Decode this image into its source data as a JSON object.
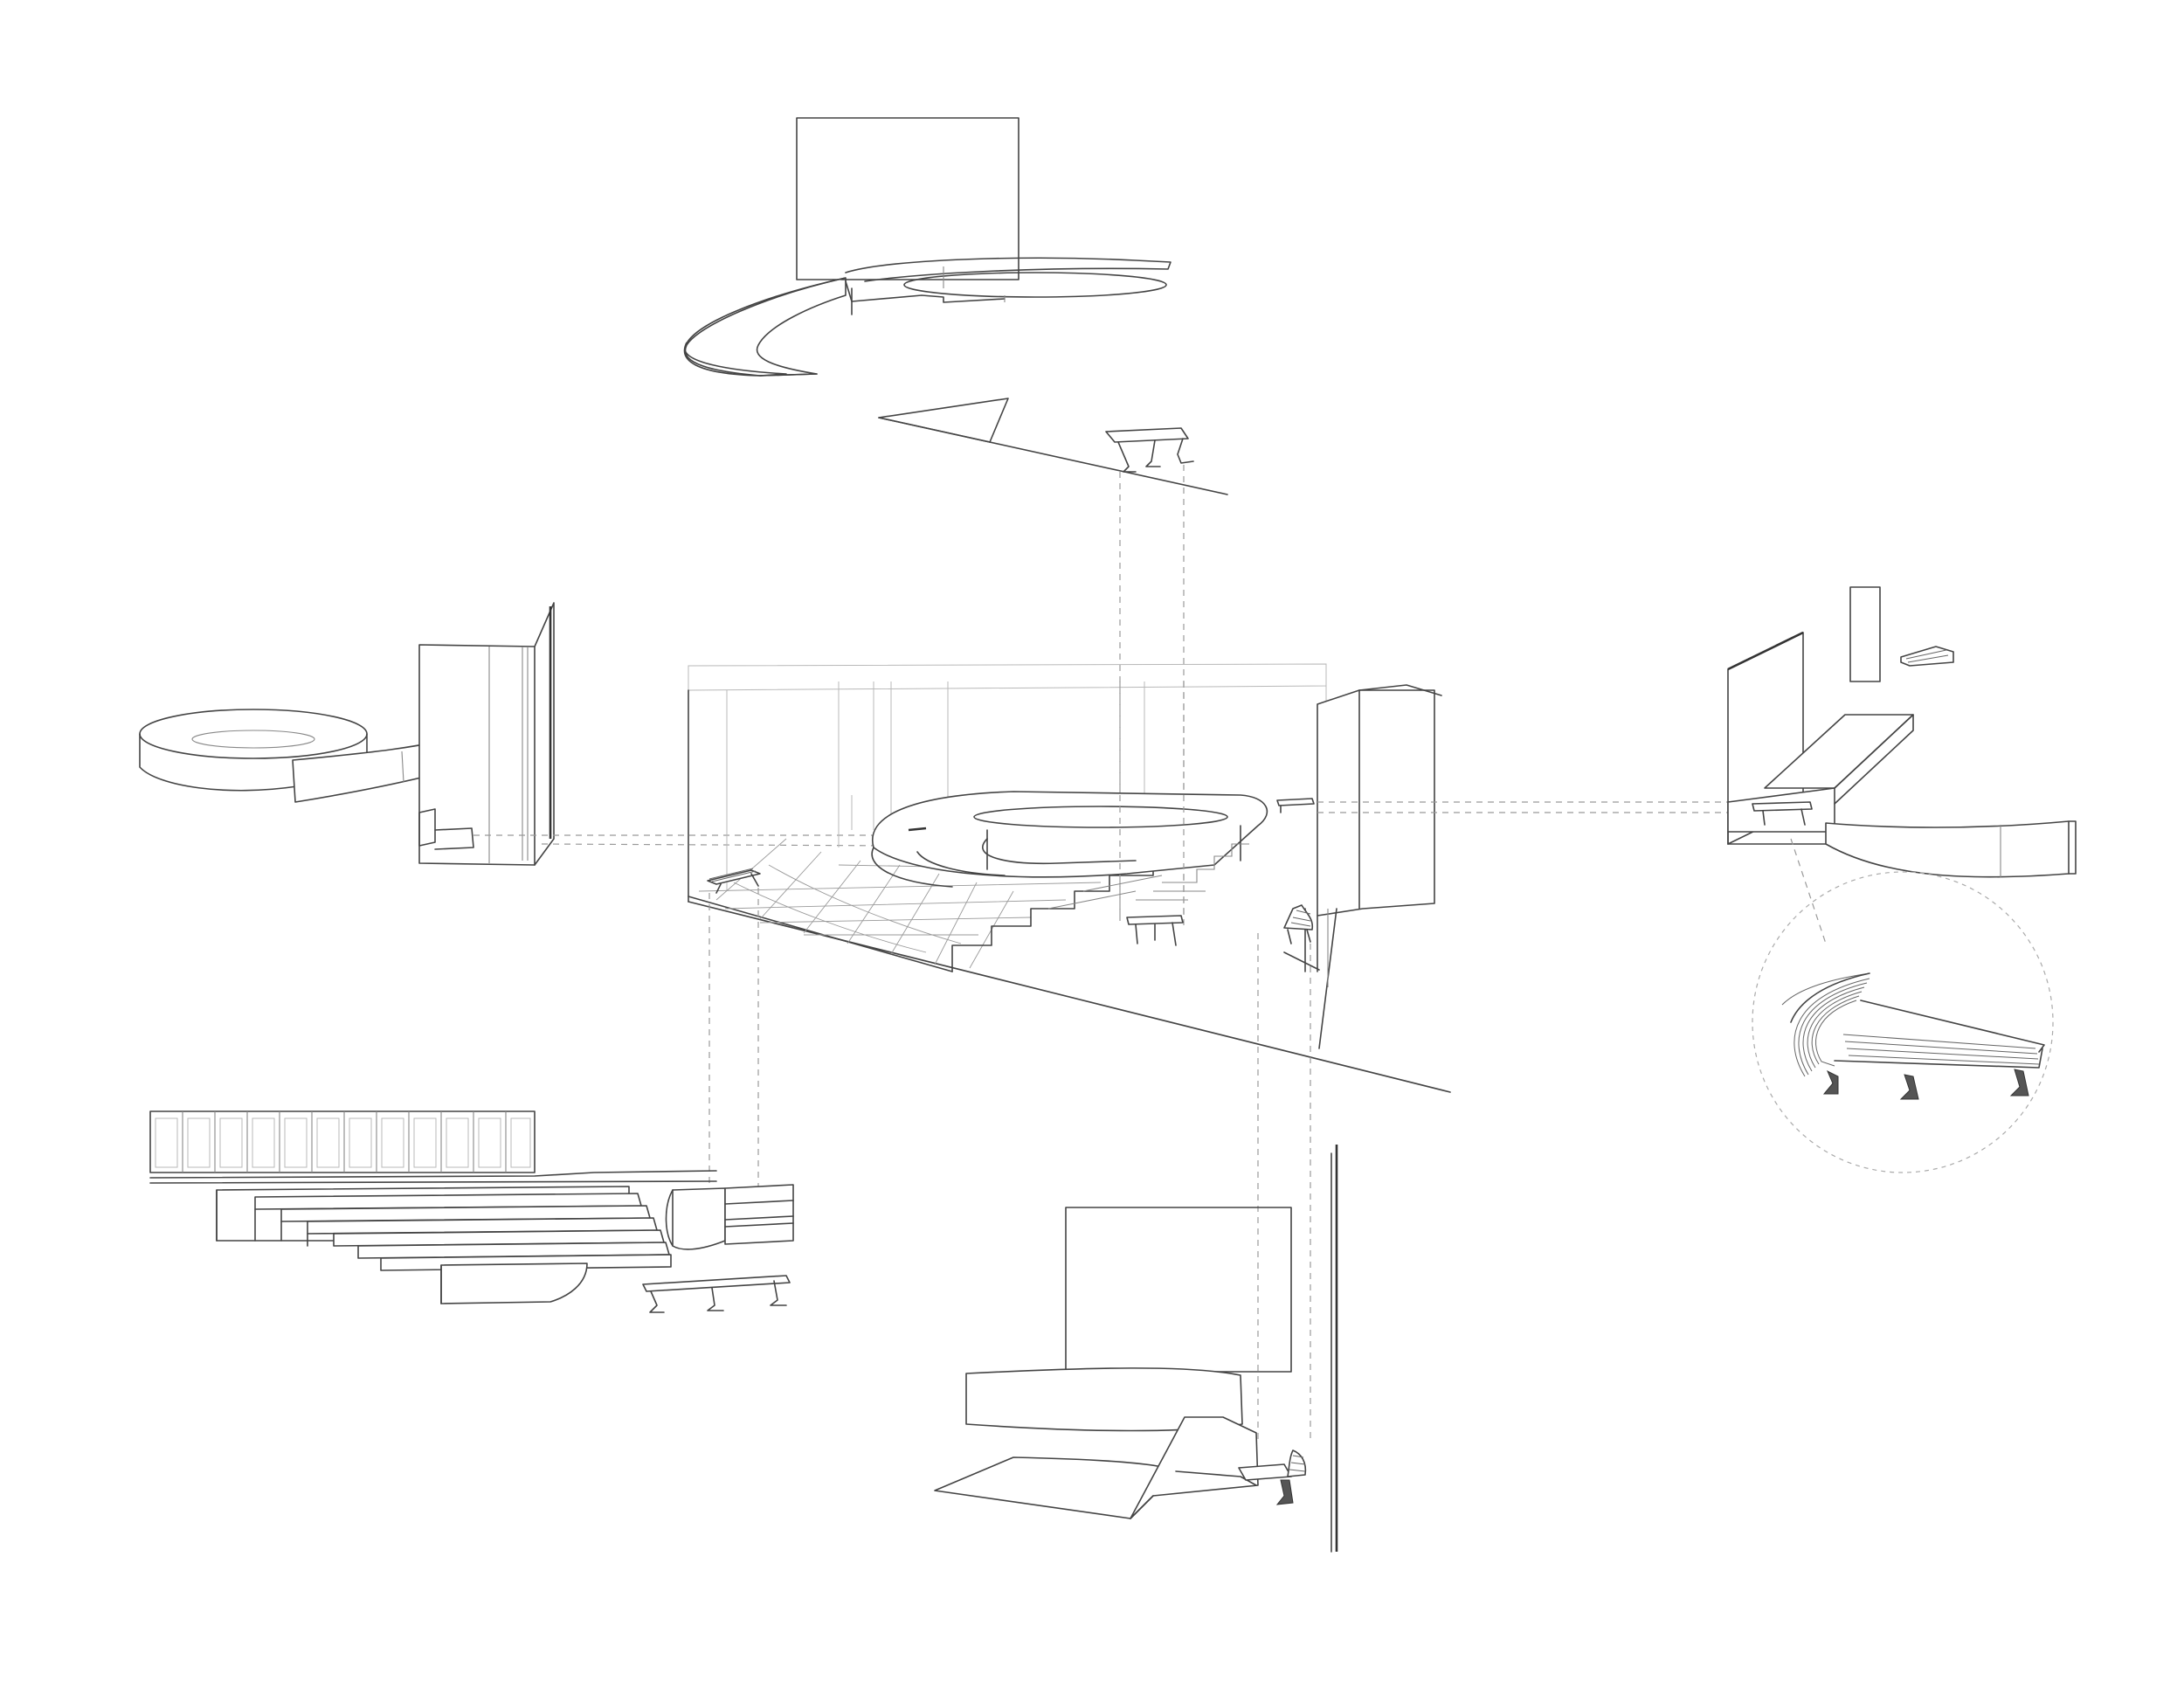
{
  "diagram": {
    "title": "",
    "labels": [],
    "components": [
      "overhead-canopy-ring",
      "sloped-plane-with-bench",
      "ring-wall-and-panels",
      "central-auditorium-section",
      "right-ramp-and-curved-bench",
      "bench-detail-circle",
      "stepped-seating-and-panels",
      "lower-stage-and-chair"
    ],
    "colors": {
      "line": "#444444",
      "hidden_line": "#999999",
      "background": "#ffffff"
    }
  }
}
